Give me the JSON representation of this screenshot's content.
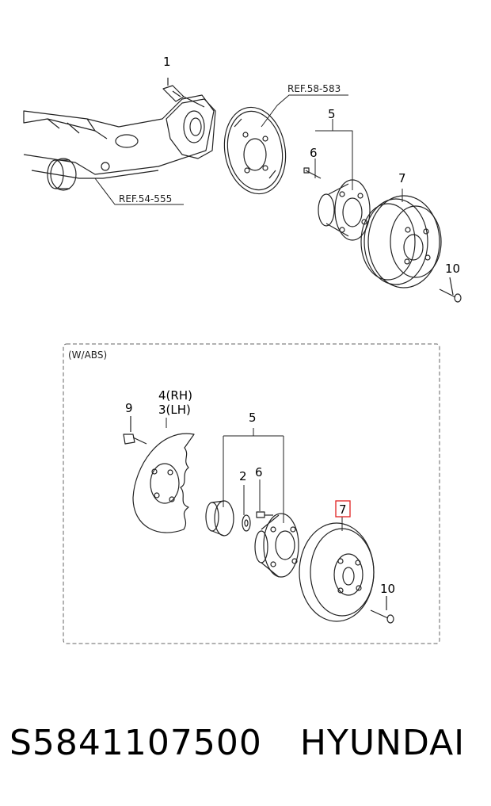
{
  "diagram": {
    "top_labels": {
      "c1": "1",
      "c5": "5",
      "c6": "6",
      "c7": "7",
      "c10": "10",
      "ref_shield": "REF.58-583",
      "ref_axle": "REF.54-555"
    },
    "abs_section": {
      "title": "(W/ABS)",
      "c4": "4(RH)",
      "c3": "3(LH)",
      "c9": "9",
      "c5": "5",
      "c2": "2",
      "c6": "6",
      "c7": "7",
      "c10": "10"
    },
    "highlight_color": "#e02020"
  },
  "caption": {
    "part_number": "S5841107500",
    "brand": "HYUNDAI"
  }
}
